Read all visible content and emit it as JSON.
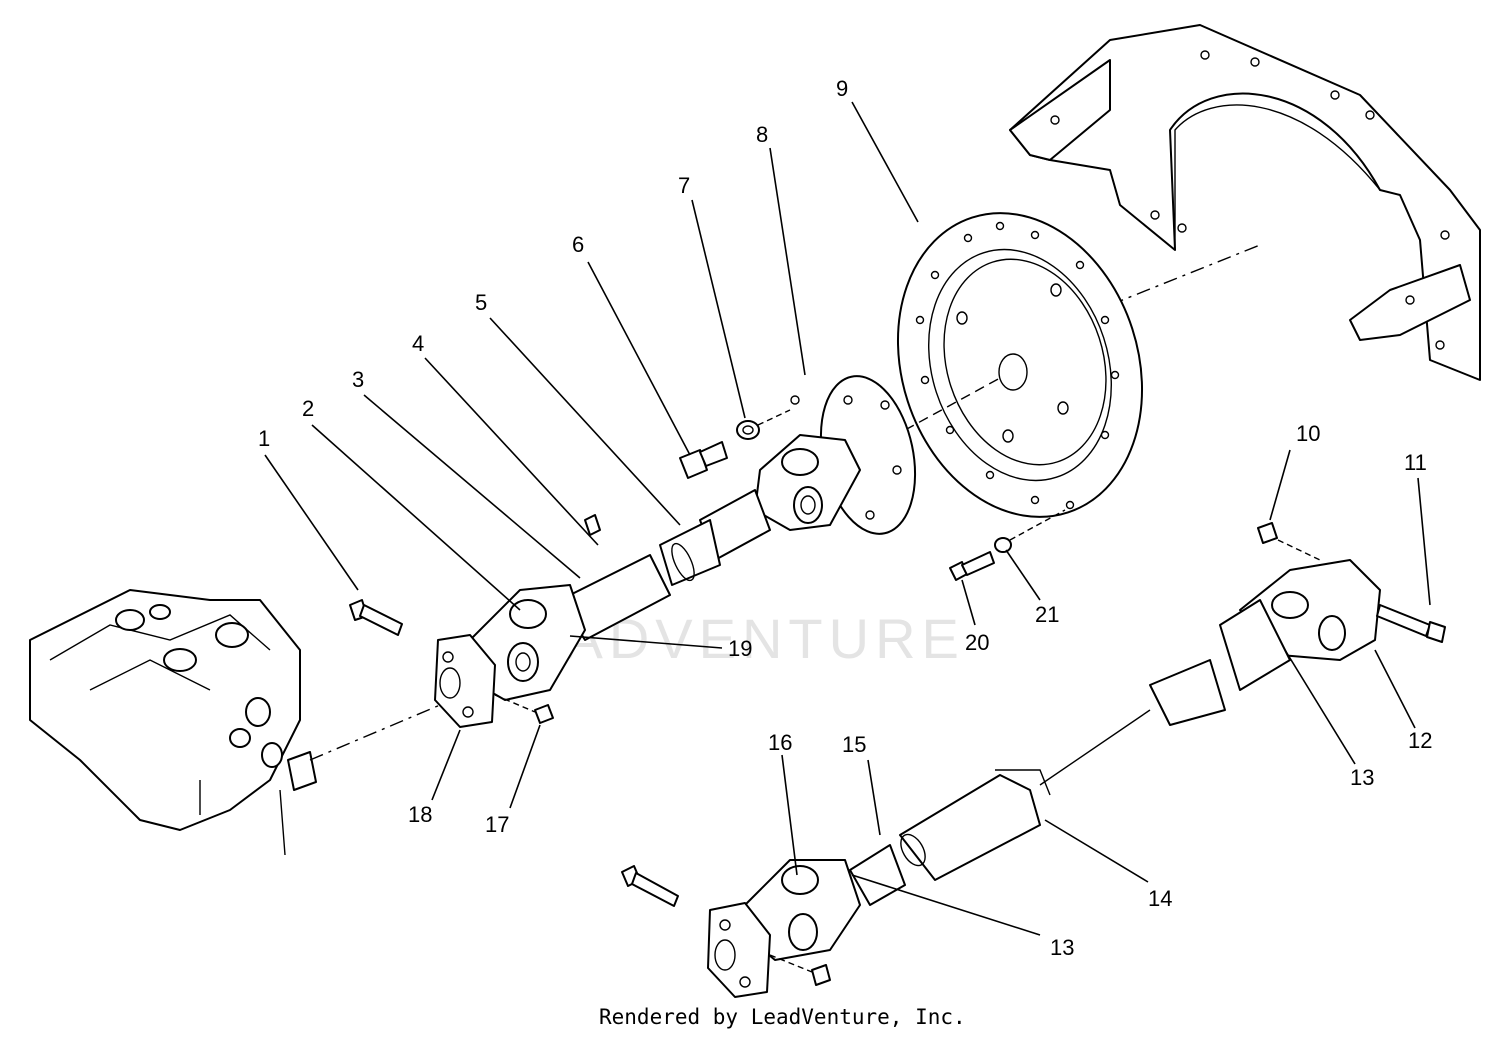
{
  "callouts": {
    "c1": "1",
    "c2": "2",
    "c3": "3",
    "c4": "4",
    "c5": "5",
    "c6": "6",
    "c7": "7",
    "c8": "8",
    "c9": "9",
    "c10": "10",
    "c11": "11",
    "c12": "12",
    "c13a": "13",
    "c13b": "13",
    "c14": "14",
    "c15": "15",
    "c16": "16",
    "c17": "17",
    "c18": "18",
    "c19": "19",
    "c20": "20",
    "c21": "21"
  },
  "watermark": "LEADVENTURE",
  "footer": "Rendered by LeadVenture, Inc."
}
